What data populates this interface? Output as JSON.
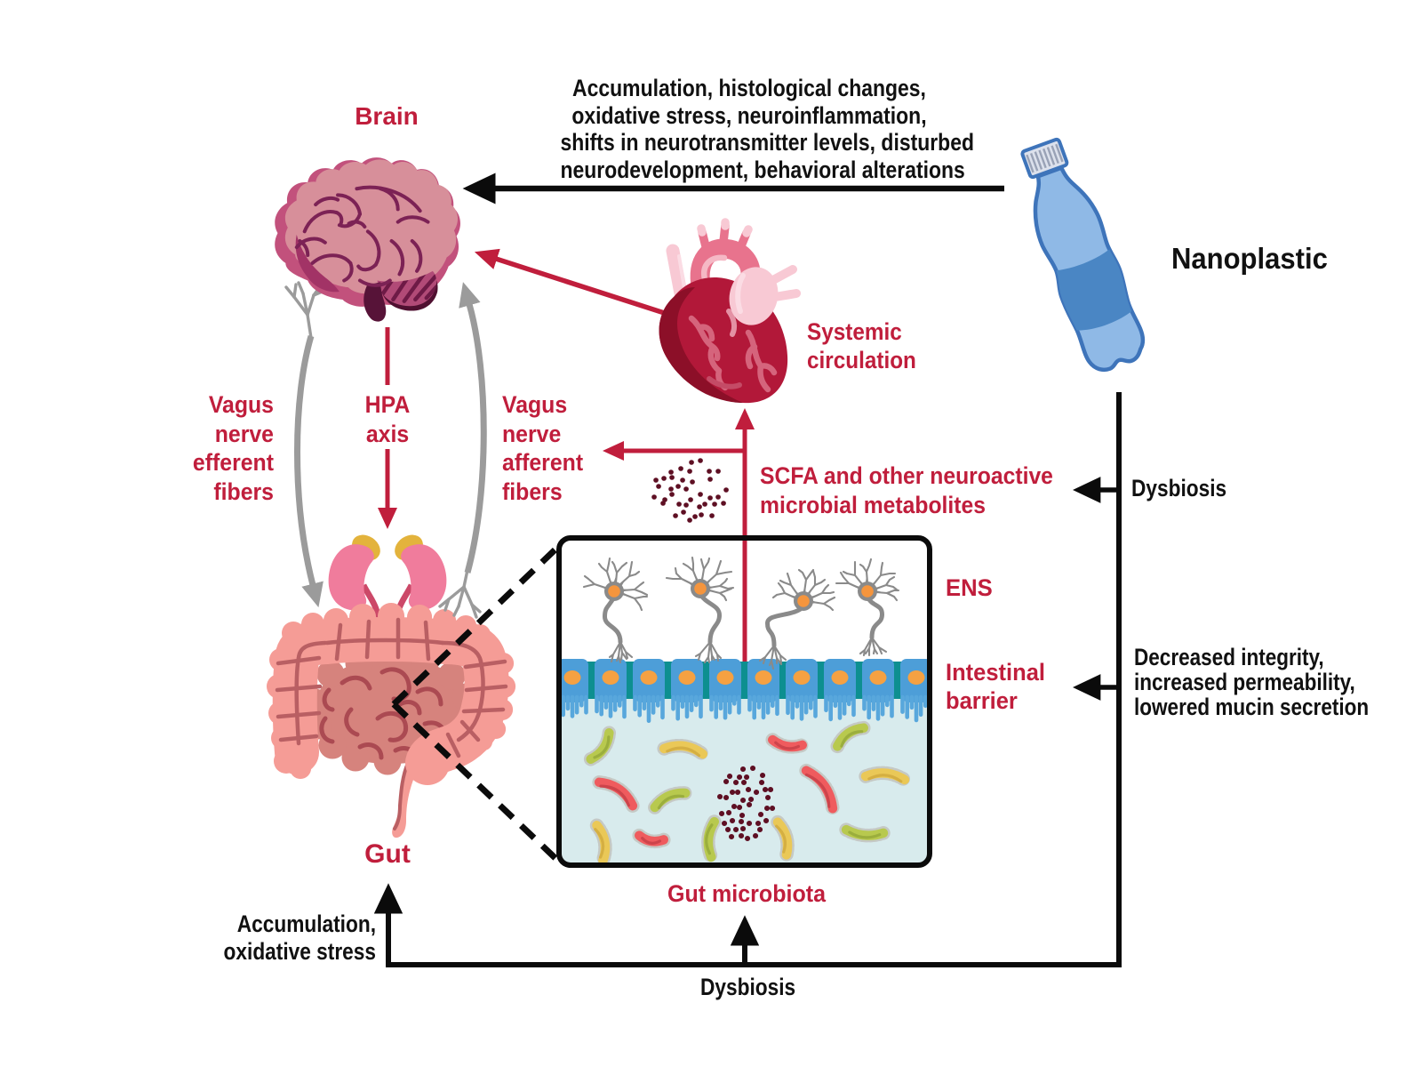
{
  "figure_type": "gut-brain-axis nanoplastic diagram",
  "labels": {
    "brain": "Brain",
    "gut": "Gut",
    "nanoplastic": "Nanoplastic",
    "systemic_circulation": [
      "Systemic",
      "circulation"
    ],
    "vagus_efferent": [
      "Vagus",
      "nerve",
      "efferent",
      "fibers"
    ],
    "hpa_axis": [
      "HPA",
      "axis"
    ],
    "vagus_afferent": [
      "Vagus",
      "nerve",
      "afferent",
      "fibers"
    ],
    "scfa": [
      "SCFA and other neuroactive",
      "microbial metabolites"
    ],
    "ens": "ENS",
    "intestinal_barrier": [
      "Intestinal",
      "barrier"
    ],
    "gut_microbiota": "Gut microbiota",
    "brain_effects": [
      "Accumulation, histological changes,",
      "oxidative stress, neuroinflammation,",
      "shifts in neurotransmitter levels, disturbed",
      "neurodevelopment, behavioral alterations"
    ],
    "gut_effects": [
      "Accumulation,",
      "oxidative stress"
    ],
    "dysbiosis_bottom": "Dysbiosis",
    "dysbiosis_right": "Dysbiosis",
    "barrier_effects": [
      "Decreased integrity,",
      "increased permeability,",
      "lowered mucin secretion"
    ]
  },
  "colors": {
    "accent_red": "#c01e3c",
    "text_black": "#111111",
    "arrow_gray": "#9b9b9b",
    "bottle_blue": "#8fb9e6",
    "bottle_band_blue": "#4a86c4",
    "cell_blue": "#4d9ed8",
    "lumen_cyan": "#d8ebed",
    "metabolite_maroon": "#5e0f23"
  },
  "icons": [
    "brain-icon",
    "heart-icon",
    "plastic-bottle-icon",
    "gut-icon",
    "kidneys-icon",
    "neuron-icon",
    "bacterium-icon",
    "intestinal-epithelium-icon",
    "metabolite-dots-icon",
    "scfa-dots-icon"
  ]
}
